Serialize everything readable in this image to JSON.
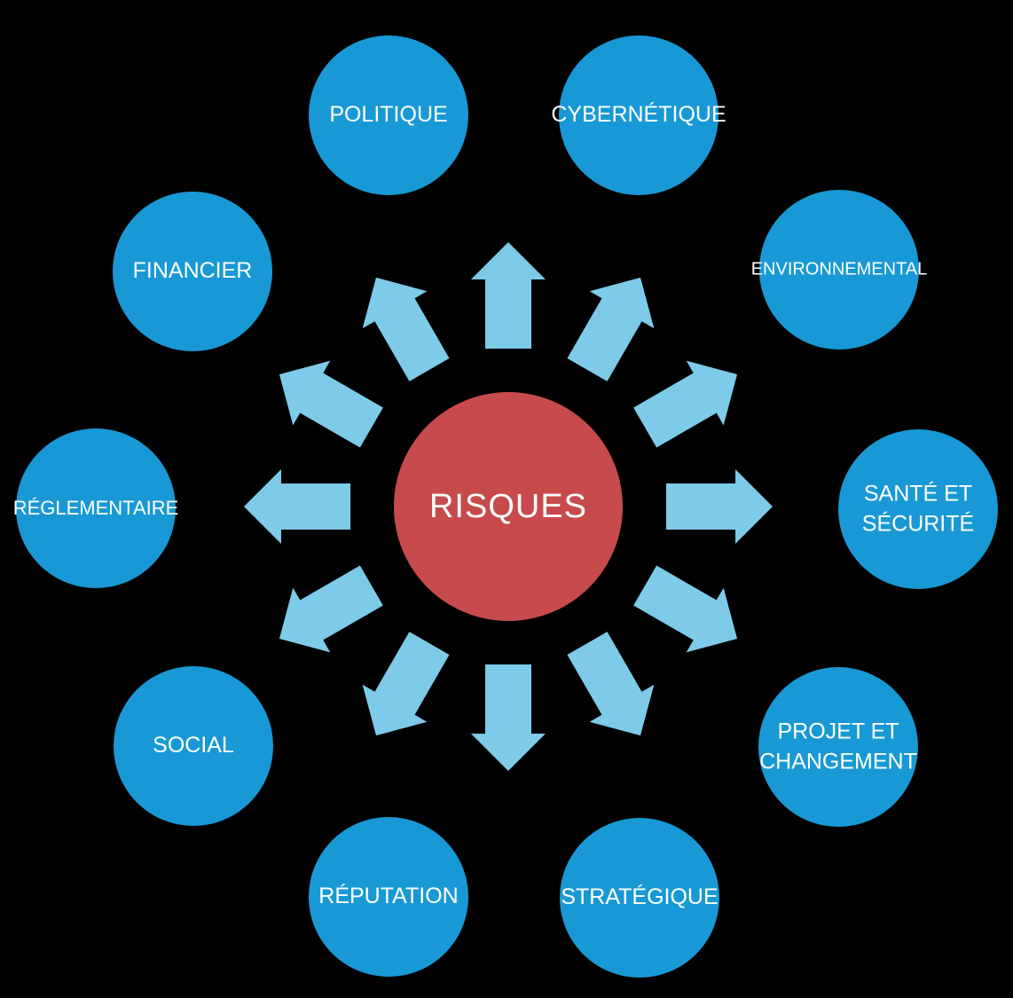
{
  "diagram": {
    "center": {
      "label": "RISQUES"
    },
    "nodes": [
      {
        "label": "POLITIQUE"
      },
      {
        "label": "CYBERNÉTIQUE"
      },
      {
        "label": "ENVIRONNEMENTAL"
      },
      {
        "label": "SANTÉ ET SÉCURITÉ"
      },
      {
        "label": "PROJET ET CHANGEMENT"
      },
      {
        "label": "STRATÉGIQUE"
      },
      {
        "label": "RÉPUTATION"
      },
      {
        "label": "SOCIAL"
      },
      {
        "label": "RÉGLEMENTAIRE"
      },
      {
        "label": "FINANCIER"
      }
    ],
    "colors": {
      "background": "#000000",
      "center_circle": "#C74B4C",
      "node_circle": "#1899D5",
      "arrow": "#7DCBE8",
      "text": "#FFFFFF"
    },
    "arrow_count": 12
  }
}
